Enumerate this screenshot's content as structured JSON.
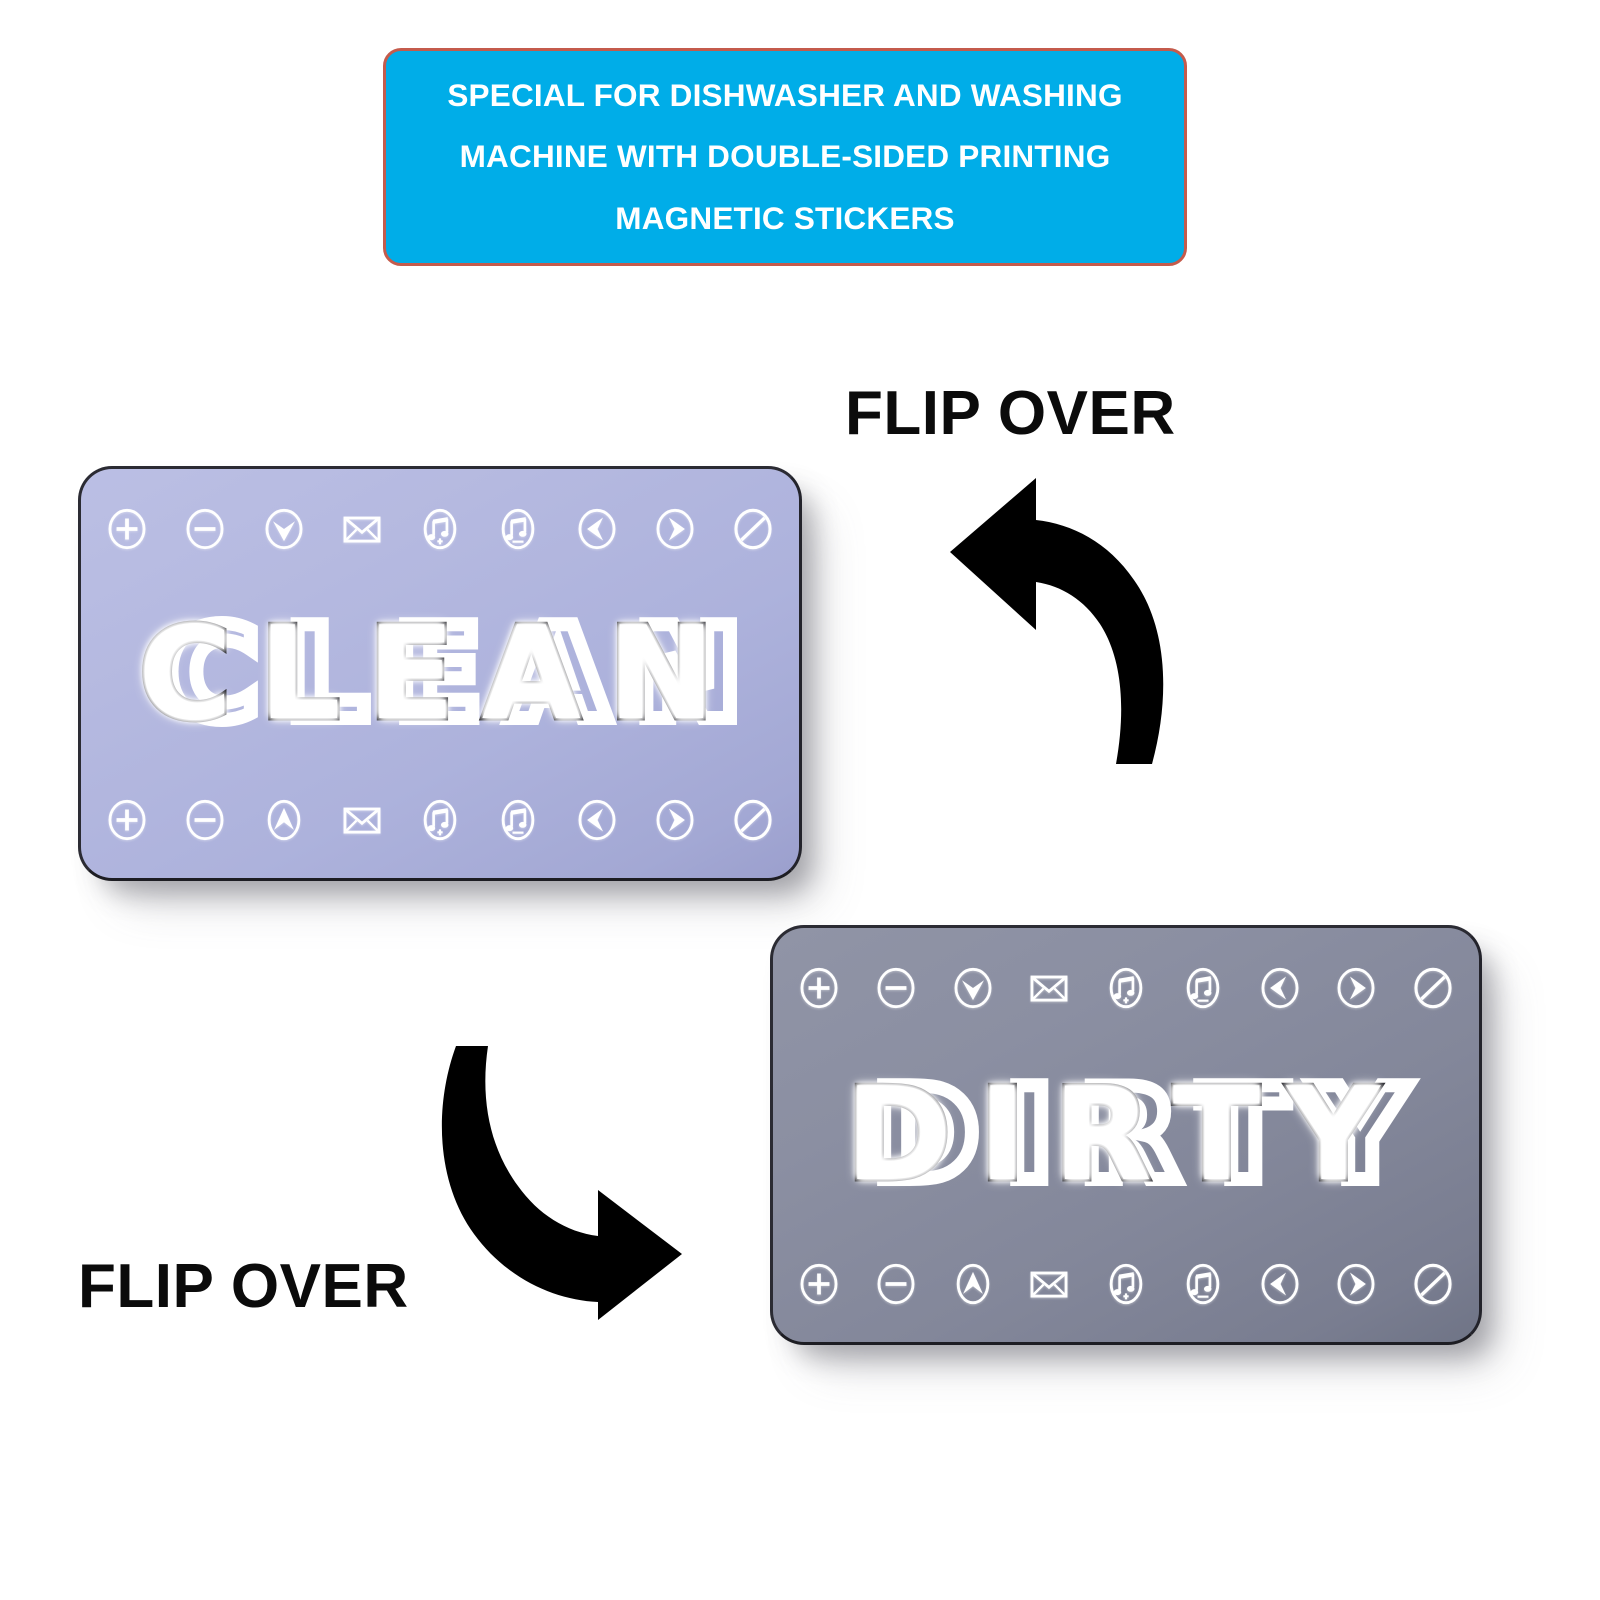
{
  "banner": {
    "lines": [
      "SPECIAL FOR DISHWASHER AND WASHING",
      "MACHINE WITH DOUBLE-SIDED PRINTING",
      "MAGNETIC STICKERS"
    ],
    "background_color": "#00ade8",
    "border_color": "#c45b4c",
    "text_color": "#ffffff"
  },
  "magnets": [
    {
      "id": "clean",
      "word": "CLEAN",
      "body_color": "#b0b4dd",
      "outline_color": "#16161c",
      "word_outline_color": "#16161c",
      "word_glow_color": "#ffffff",
      "top_icons": [
        "plus-circle-icon",
        "minus-circle-icon",
        "chevron-down-circle-icon",
        "envelope-icon",
        "music-note-circle-icon",
        "music-note-circle-icon",
        "arrow-left-circle-icon",
        "arrow-right-circle-icon",
        "prohibited-circle-icon"
      ],
      "bottom_icons": [
        "plus-circle-icon",
        "minus-circle-icon",
        "chevron-up-circle-icon",
        "envelope-icon",
        "music-note-circle-icon",
        "music-note-circle-icon",
        "arrow-left-circle-icon",
        "arrow-right-circle-icon",
        "prohibited-circle-icon"
      ]
    },
    {
      "id": "dirty",
      "word": "DIRTY",
      "body_color": "#868b9e",
      "outline_color": "#16161c",
      "word_outline_color": "#16161c",
      "word_glow_color": "#ffffff",
      "top_icons": [
        "plus-circle-icon",
        "minus-circle-icon",
        "chevron-down-circle-icon",
        "envelope-icon",
        "music-note-circle-icon",
        "music-note-circle-icon",
        "arrow-left-circle-icon",
        "arrow-right-circle-icon",
        "prohibited-circle-icon"
      ],
      "bottom_icons": [
        "plus-circle-icon",
        "minus-circle-icon",
        "chevron-up-circle-icon",
        "envelope-icon",
        "music-note-circle-icon",
        "music-note-circle-icon",
        "arrow-left-circle-icon",
        "arrow-right-circle-icon",
        "prohibited-circle-icon"
      ]
    }
  ],
  "flip_labels": [
    {
      "id": "top",
      "text": "FLIP OVER",
      "color": "#0b0b0b"
    },
    {
      "id": "bottom",
      "text": "FLIP OVER",
      "color": "#0b0b0b"
    }
  ],
  "arrows": [
    {
      "id": "top",
      "icon": "curved-arrow-left-icon",
      "color": "#000000"
    },
    {
      "id": "bottom",
      "icon": "curved-arrow-right-icon",
      "color": "#000000"
    }
  ],
  "background_color": "#ffffff"
}
